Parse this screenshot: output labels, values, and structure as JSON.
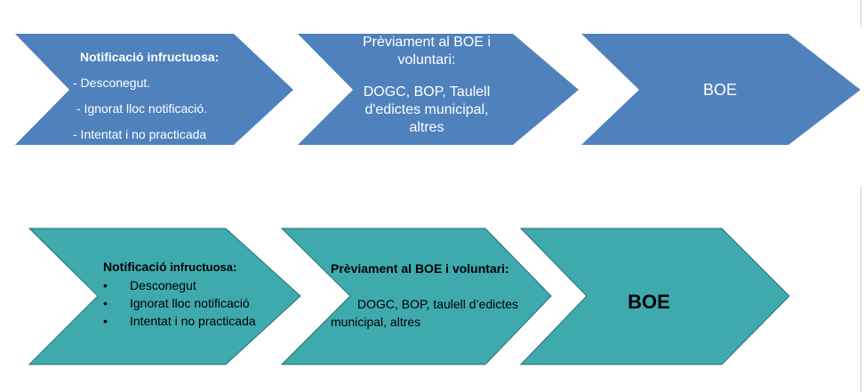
{
  "colors": {
    "top_row": "#4f81bd",
    "bottom_row": "#3eaaae"
  },
  "top_row": [
    {
      "title": "Notificació infructuosa:",
      "lines": [
        "- Desconegut.",
        "- Ignorat lloc notificació.",
        "- Intentat i no practicada"
      ]
    },
    {
      "title": "Prèviament  al BOE i voluntari:",
      "lines": [
        "DOGC, BOP, Taulell d'edictes municipal, altres"
      ]
    },
    {
      "title": "BOE"
    }
  ],
  "bottom_row": [
    {
      "title_bold": "Notificació",
      "title_rest": " infructuosa:",
      "items": [
        "Desconegut",
        "Ignorat lloc notificació",
        "Intentat i no practicada"
      ]
    },
    {
      "title": "Prèviament al BOE i voluntari:",
      "lines": [
        "DOGC, BOP, taulell d’edictes municipal, altres"
      ]
    },
    {
      "title": "BOE"
    }
  ]
}
